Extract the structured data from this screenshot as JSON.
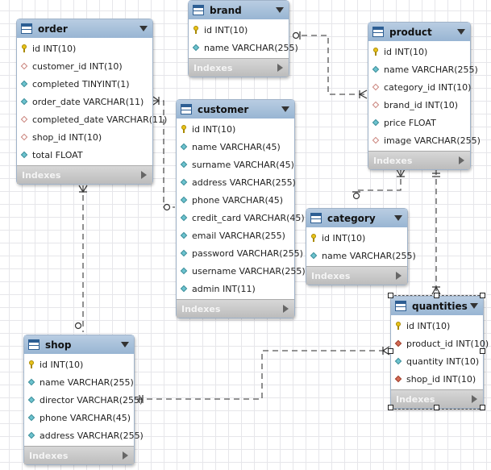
{
  "indexes_label": "Indexes",
  "tables": {
    "order": {
      "title": "order",
      "columns": [
        {
          "text": "id INT(10)",
          "icon": "primary-key-icon"
        },
        {
          "text": "customer_id INT(10)",
          "icon": "foreign-key-icon"
        },
        {
          "text": "completed TINYINT(1)",
          "icon": "column-icon"
        },
        {
          "text": "order_date VARCHAR(11)",
          "icon": "column-icon"
        },
        {
          "text": "completed_date VARCHAR(11)",
          "icon": "nullable-column-icon"
        },
        {
          "text": "shop_id INT(10)",
          "icon": "foreign-key-icon"
        },
        {
          "text": "total FLOAT",
          "icon": "column-icon"
        }
      ]
    },
    "brand": {
      "title": "brand",
      "columns": [
        {
          "text": "id INT(10)",
          "icon": "primary-key-icon"
        },
        {
          "text": "name VARCHAR(255)",
          "icon": "column-icon"
        }
      ]
    },
    "customer": {
      "title": "customer",
      "columns": [
        {
          "text": "id INT(10)",
          "icon": "primary-key-icon"
        },
        {
          "text": "name VARCHAR(45)",
          "icon": "column-icon"
        },
        {
          "text": "surname VARCHAR(45)",
          "icon": "column-icon"
        },
        {
          "text": "address VARCHAR(255)",
          "icon": "column-icon"
        },
        {
          "text": "phone VARCHAR(45)",
          "icon": "column-icon"
        },
        {
          "text": "credit_card VARCHAR(45)",
          "icon": "column-icon"
        },
        {
          "text": "email VARCHAR(255)",
          "icon": "column-icon"
        },
        {
          "text": "password VARCHAR(255)",
          "icon": "column-icon"
        },
        {
          "text": "username VARCHAR(255)",
          "icon": "column-icon"
        },
        {
          "text": "admin INT(11)",
          "icon": "column-icon"
        }
      ]
    },
    "product": {
      "title": "product",
      "columns": [
        {
          "text": "id INT(10)",
          "icon": "primary-key-icon"
        },
        {
          "text": "name VARCHAR(255)",
          "icon": "column-icon"
        },
        {
          "text": "category_id INT(10)",
          "icon": "foreign-key-icon"
        },
        {
          "text": "brand_id INT(10)",
          "icon": "foreign-key-icon"
        },
        {
          "text": "price FLOAT",
          "icon": "column-icon"
        },
        {
          "text": "image VARCHAR(255)",
          "icon": "nullable-column-icon"
        }
      ]
    },
    "category": {
      "title": "category",
      "columns": [
        {
          "text": "id INT(10)",
          "icon": "primary-key-icon"
        },
        {
          "text": "name VARCHAR(255)",
          "icon": "column-icon"
        }
      ]
    },
    "shop": {
      "title": "shop",
      "columns": [
        {
          "text": "id INT(10)",
          "icon": "primary-key-icon"
        },
        {
          "text": "name VARCHAR(255)",
          "icon": "column-icon"
        },
        {
          "text": "director VARCHAR(255)",
          "icon": "column-icon"
        },
        {
          "text": "phone VARCHAR(45)",
          "icon": "column-icon"
        },
        {
          "text": "address VARCHAR(255)",
          "icon": "column-icon"
        }
      ]
    },
    "quantities": {
      "title": "quantities",
      "columns": [
        {
          "text": "id INT(10)",
          "icon": "primary-key-icon"
        },
        {
          "text": "product_id INT(10)",
          "icon": "foreign-key-filled-icon"
        },
        {
          "text": "quantity INT(10)",
          "icon": "column-icon"
        },
        {
          "text": "shop_id INT(10)",
          "icon": "foreign-key-filled-icon"
        }
      ]
    }
  }
}
